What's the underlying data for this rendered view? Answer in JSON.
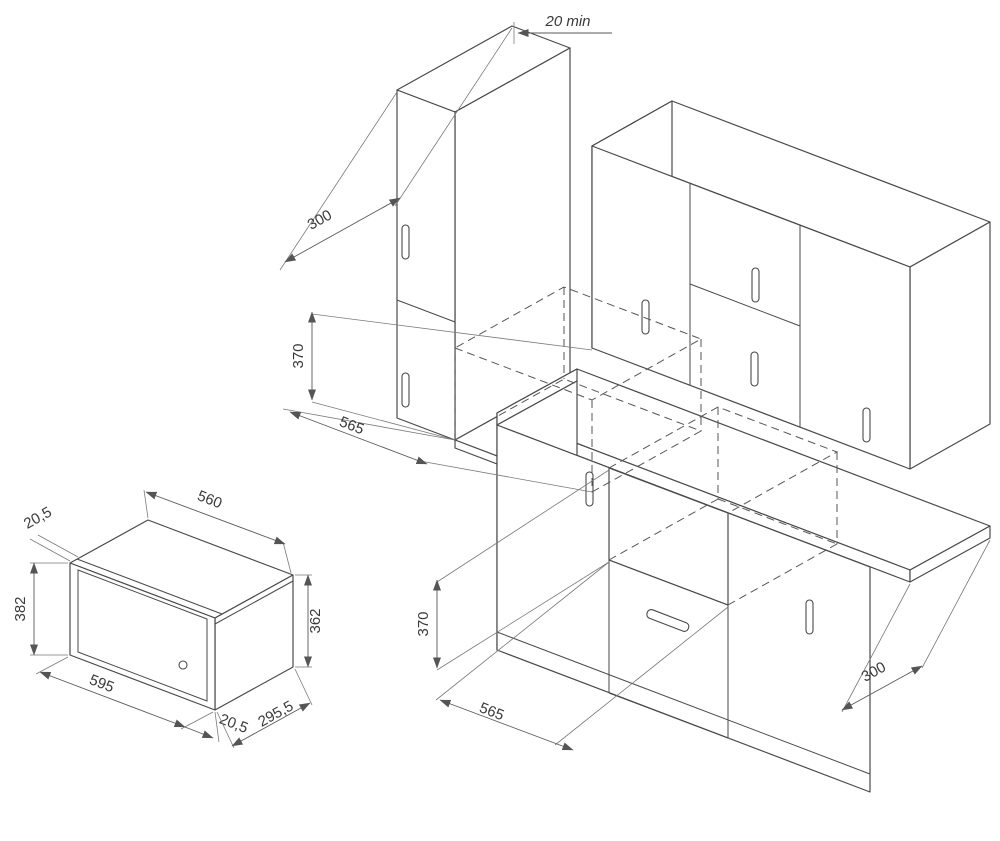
{
  "diagram": {
    "type": "isometric technical drawing - built-in microwave installation niches",
    "units": "mm",
    "kitchen": {
      "top_clearance": "20 min",
      "upper_niche": {
        "depth": "300",
        "height": "370",
        "width": "565"
      },
      "lower_niche": {
        "height": "370",
        "width": "565",
        "depth": "300"
      }
    },
    "microwave": {
      "body_width": "560",
      "flange_top": "20,5",
      "overall_height": "382",
      "body_height": "362",
      "overall_width": "595",
      "flange_side": "20,5",
      "depth": "295,5"
    }
  }
}
